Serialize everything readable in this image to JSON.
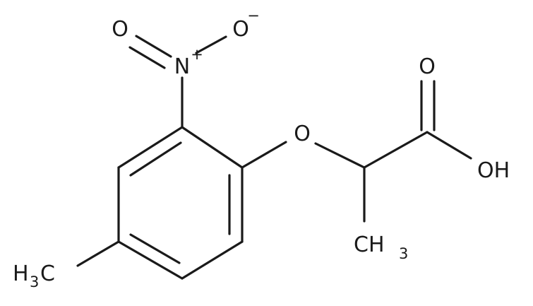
{
  "molecule": {
    "atoms": {
      "nitro_o1": "O",
      "nitro_o2": "O",
      "nitro_o2_charge": "−",
      "nitro_n": "N",
      "nitro_n_charge": "+",
      "ether_o": "O",
      "carbonyl_o": "O",
      "hydroxyl": "OH",
      "methyl_right_main": "CH",
      "methyl_right_sub": "3",
      "methyl_left_main": "H",
      "methyl_left_sub": "3",
      "methyl_left_tail": "C"
    }
  }
}
